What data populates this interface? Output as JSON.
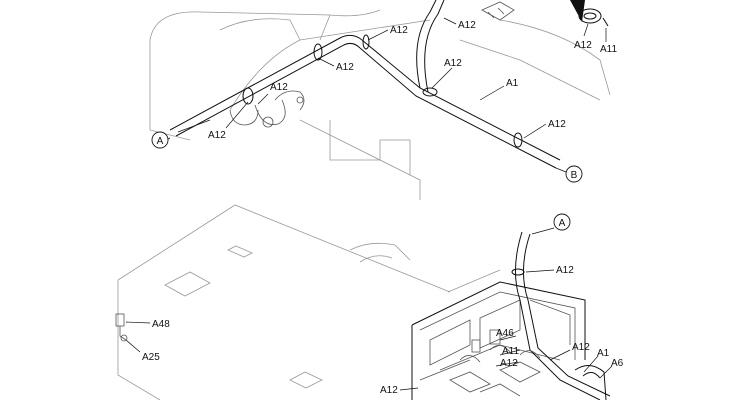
{
  "callouts": {
    "a1_top": "A1",
    "a12_top_1": "A12",
    "a12_top_2": "A12",
    "a12_top_3": "A12",
    "a12_top_4": "A12",
    "a12_top_5": "A12",
    "a12_top_6": "A12",
    "a12_top_7": "A12",
    "a11_top": "A11",
    "a12_bot_1": "A12",
    "a12_bot_2": "A12",
    "a12_bot_3": "A12",
    "a12_bot_4": "A12",
    "a11_bot": "A11",
    "a46": "A46",
    "a1_bot": "A1",
    "a6": "A6",
    "a48": "A48",
    "a25": "A25"
  },
  "connectors": {
    "a_top": "A",
    "b_top": "B",
    "a_bottom": "A"
  }
}
